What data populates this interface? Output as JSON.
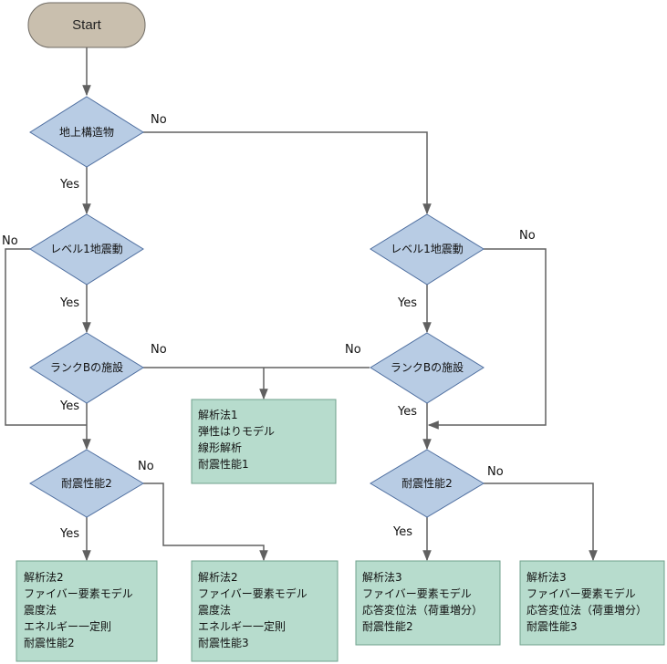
{
  "nodes": {
    "start": "Start",
    "d_ground": "地上構造物",
    "d_l1_left": "レベル1地震動",
    "d_l1_right": "レベル1地震動",
    "d_rankb_left": "ランクBの施設",
    "d_rankb_right": "ランクBの施設",
    "d_perf_left": "耐震性能2",
    "d_perf_right": "耐震性能2"
  },
  "edge_labels": {
    "ground_no": "No",
    "ground_yes": "Yes",
    "l1_left_no": "No",
    "l1_left_yes": "Yes",
    "rankb_left_no": "No",
    "rankb_left_yes": "Yes",
    "perf_left_no": "No",
    "perf_left_yes": "Yes",
    "l1_right_no": "No",
    "l1_right_yes": "Yes",
    "rankb_right_no": "No",
    "rankb_right_yes": "Yes",
    "perf_right_no": "No",
    "perf_right_yes": "Yes"
  },
  "boxes": {
    "center": [
      "解析法1",
      "弾性はりモデル",
      "線形解析",
      "耐震性能1"
    ],
    "bottom_1": [
      "解析法2",
      "ファイバー要素モデル",
      "震度法",
      "エネルギー一定則",
      "耐震性能2"
    ],
    "bottom_2": [
      "解析法2",
      "ファイバー要素モデル",
      "震度法",
      "エネルギー一定則",
      "耐震性能3"
    ],
    "bottom_3": [
      "解析法3",
      "ファイバー要素モデル",
      "応答変位法（荷重増分）",
      "耐震性能2"
    ],
    "bottom_4": [
      "解析法3",
      "ファイバー要素モデル",
      "応答変位法（荷重増分）",
      "耐震性能3"
    ]
  }
}
